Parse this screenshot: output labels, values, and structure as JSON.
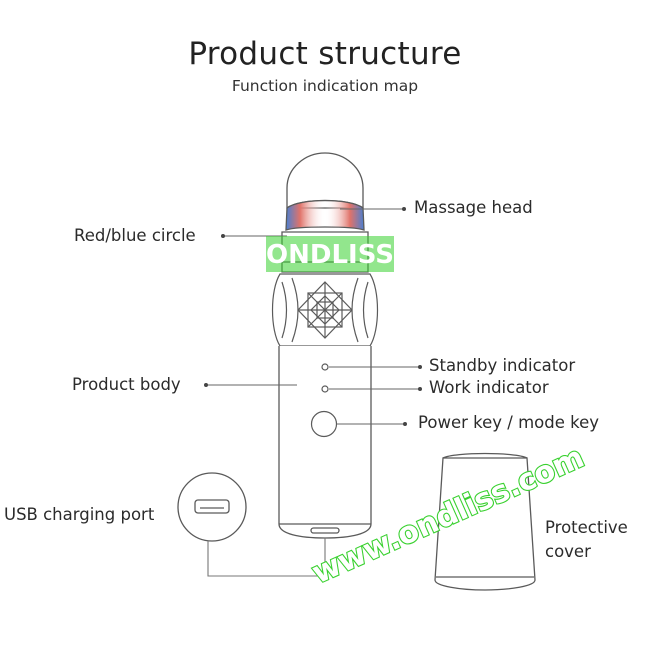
{
  "title": "Product structure",
  "subtitle": "Function indication map",
  "labels": {
    "massage_head": "Massage head",
    "red_blue_circle": "Red/blue circle",
    "standby_indicator": "Standby indicator",
    "work_indicator": "Work indicator",
    "product_body": "Product body",
    "power_key": "Power key / mode key",
    "usb_port": "USB charging port",
    "protective_cover_line1": "Protective",
    "protective_cover_line2": "cover"
  },
  "watermarks": {
    "brand": "ONDLISS",
    "url": "www.ondliss.com"
  },
  "colors": {
    "outline": "#5a5a5a",
    "ring_red": "#e0736a",
    "ring_blue": "#4a7fd1",
    "watermark_green": "#39d12f"
  }
}
